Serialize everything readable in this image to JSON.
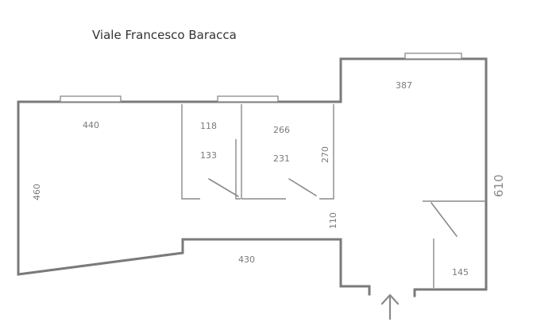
{
  "street_name": "Viale Francesco Baracca",
  "dimensions": {
    "room_left_width": "440",
    "room_left_height": "460",
    "small_room_1_width": "118",
    "small_room_1_depth": "133",
    "small_room_2_width": "266",
    "small_room_2_depth": "231",
    "small_room_2_height": "270",
    "corridor_width": "110",
    "right_room_width": "387",
    "right_room_height": "610",
    "bottom_length": "430",
    "corner_room_width": "145"
  },
  "entrance_icon": "arrow-up-icon"
}
